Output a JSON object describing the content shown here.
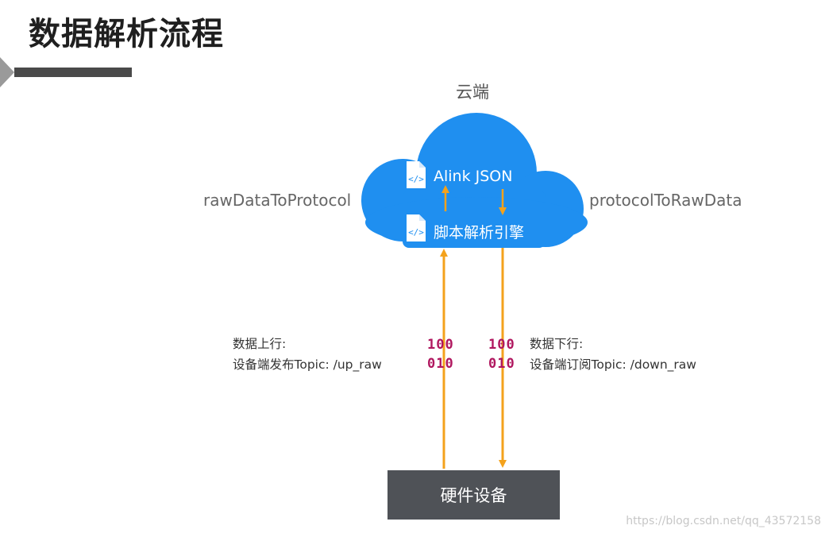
{
  "title": "数据解析流程",
  "cloud": {
    "caption": "云端",
    "json_label": "Alink JSON",
    "engine_label": "脚本解析引擎",
    "color": "#1f8ff0"
  },
  "side_labels": {
    "left": "rawDataToProtocol",
    "right": "protocolToRawData"
  },
  "uplink": {
    "title": "数据上行:",
    "topic": "设备端发布Topic: /up_raw",
    "bits_top": "100",
    "bits_bottom": "010"
  },
  "downlink": {
    "title": "数据下行:",
    "topic": "设备端订阅Topic: /down_raw",
    "bits_top": "100",
    "bits_bottom": "010"
  },
  "hardware": {
    "label": "硬件设备"
  },
  "watermark": "https://blog.csdn.net/qq_43572158",
  "colors": {
    "arrow": "#f4a21c",
    "bits": "#b0175f",
    "hardware_box": "#4f5257"
  }
}
